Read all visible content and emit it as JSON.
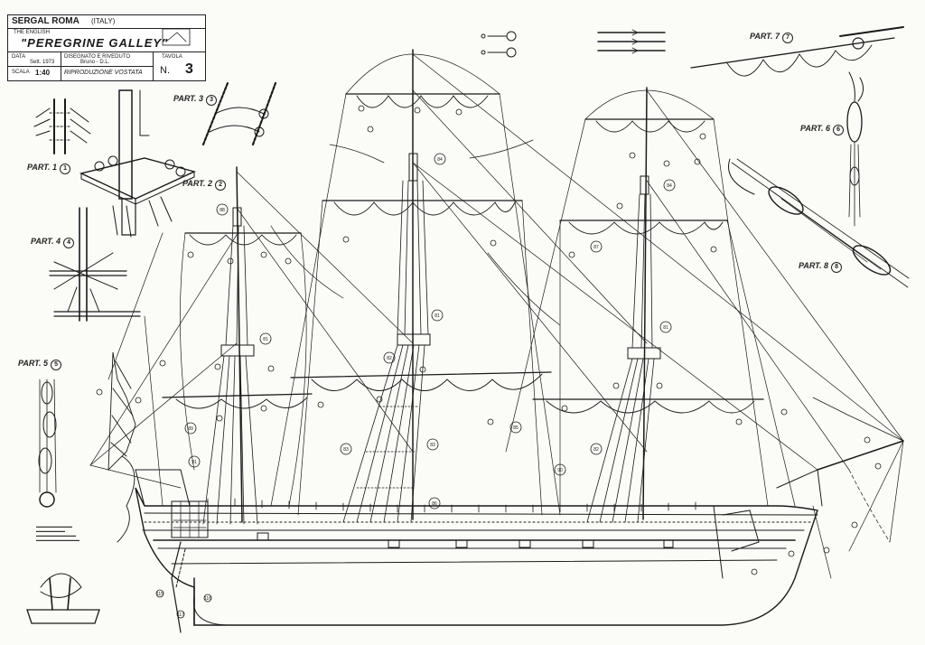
{
  "title_block": {
    "maker": "SERGAL ROMA",
    "country": "(ITALY)",
    "subtitle": "THE ENGLISH",
    "ship_name": "\"PEREGRINE GALLEY\"",
    "date_label": "DATA",
    "date_value": "Sett. 1973",
    "scale_label": "SCALA",
    "scale_value": "1:40",
    "drawn_label": "DISEGNATO E RIVEDUTO",
    "drawn_value": "Bruno - D.L.",
    "content": "RIPRODUZIONE VOSTATA",
    "sheet_label": "TAVOLA",
    "sheet_number_prefix": "N.",
    "sheet_number": "3"
  },
  "part_labels": [
    "PART. 1",
    "PART. 2",
    "PART. 3",
    "PART. 4",
    "PART. 5",
    "PART. 6",
    "PART. 7",
    "PART. 8"
  ],
  "callouts": [
    "84",
    "84",
    "81",
    "81",
    "81",
    "82",
    "82",
    "83",
    "83",
    "85",
    "86",
    "87",
    "88",
    "89",
    "90",
    "91",
    "115",
    "116",
    "117"
  ],
  "colors": {
    "ink": "#1a1a1a",
    "paper": "#fbfbf8"
  }
}
